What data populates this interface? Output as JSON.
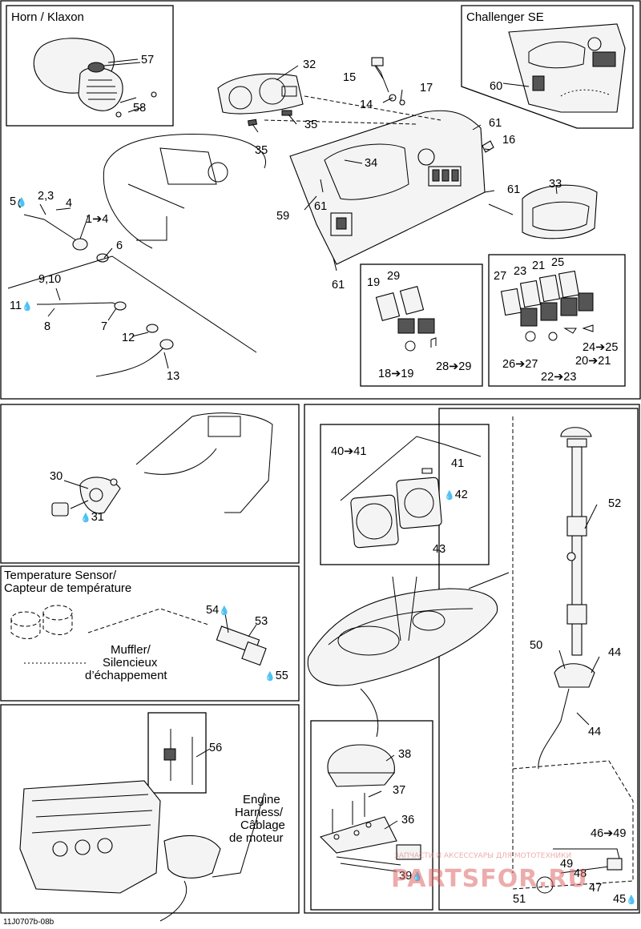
{
  "titles": {
    "horn": "Horn  / Klaxon",
    "challenger": "Challenger SE",
    "temp": "Temperature Sensor/",
    "temp2": "Capteur de température",
    "muffler": "Muffler/",
    "muffler2": "Silencieux",
    "muffler3": "d’échappement",
    "engine": "Engine",
    "engine2": "Harness/",
    "engine3": "Câblage",
    "engine4": "de moteur"
  },
  "callouts": {
    "c57": "57",
    "c58": "58",
    "c32": "32",
    "c15": "15",
    "c17": "17",
    "c14": "14",
    "c35a": "35",
    "c35b": "35",
    "c61a": "61",
    "c16": "16",
    "c34": "34",
    "c61b": "61",
    "c59": "59",
    "c61c": "61",
    "c61d": "61",
    "c33": "33",
    "c60": "60",
    "c5": "5",
    "c23": "2,3",
    "c4": "4",
    "c1to4": "1➔4",
    "c6": "6",
    "c910": "9,10",
    "c11": "11",
    "c8": "8",
    "c7": "7",
    "c12": "12",
    "c13": "13",
    "c19": "19",
    "c29": "29",
    "c18to19": "18➔19",
    "c28to29": "28➔29",
    "c27": "27",
    "c23b": "23",
    "c21": "21",
    "c25": "25",
    "c26to27": "26➔27",
    "c24to25": "24➔25",
    "c20to21": "20➔21",
    "c22to23": "22➔23",
    "c30": "30",
    "c31": "31",
    "c40to41": "40➔41",
    "c41": "41",
    "c42": "42",
    "c43": "43",
    "c54": "54",
    "c53": "53",
    "c55": "55",
    "c52": "52",
    "c50": "50",
    "c44a": "44",
    "c44b": "44",
    "c56": "56",
    "c38": "38",
    "c37": "37",
    "c36": "36",
    "c39": "39",
    "c46to49": "46➔49",
    "c49": "49",
    "c48": "48",
    "c47": "47",
    "c51": "51",
    "c45": "45"
  },
  "drop_symbol": "💧",
  "footer_code": "11J0707b-08b",
  "watermark": {
    "small": "ЗАПЧАСТИ И АКСЕССУАРЫ ДЛЯ МОТОТЕХНИКИ",
    "big": "PARTSFOR.RU"
  }
}
